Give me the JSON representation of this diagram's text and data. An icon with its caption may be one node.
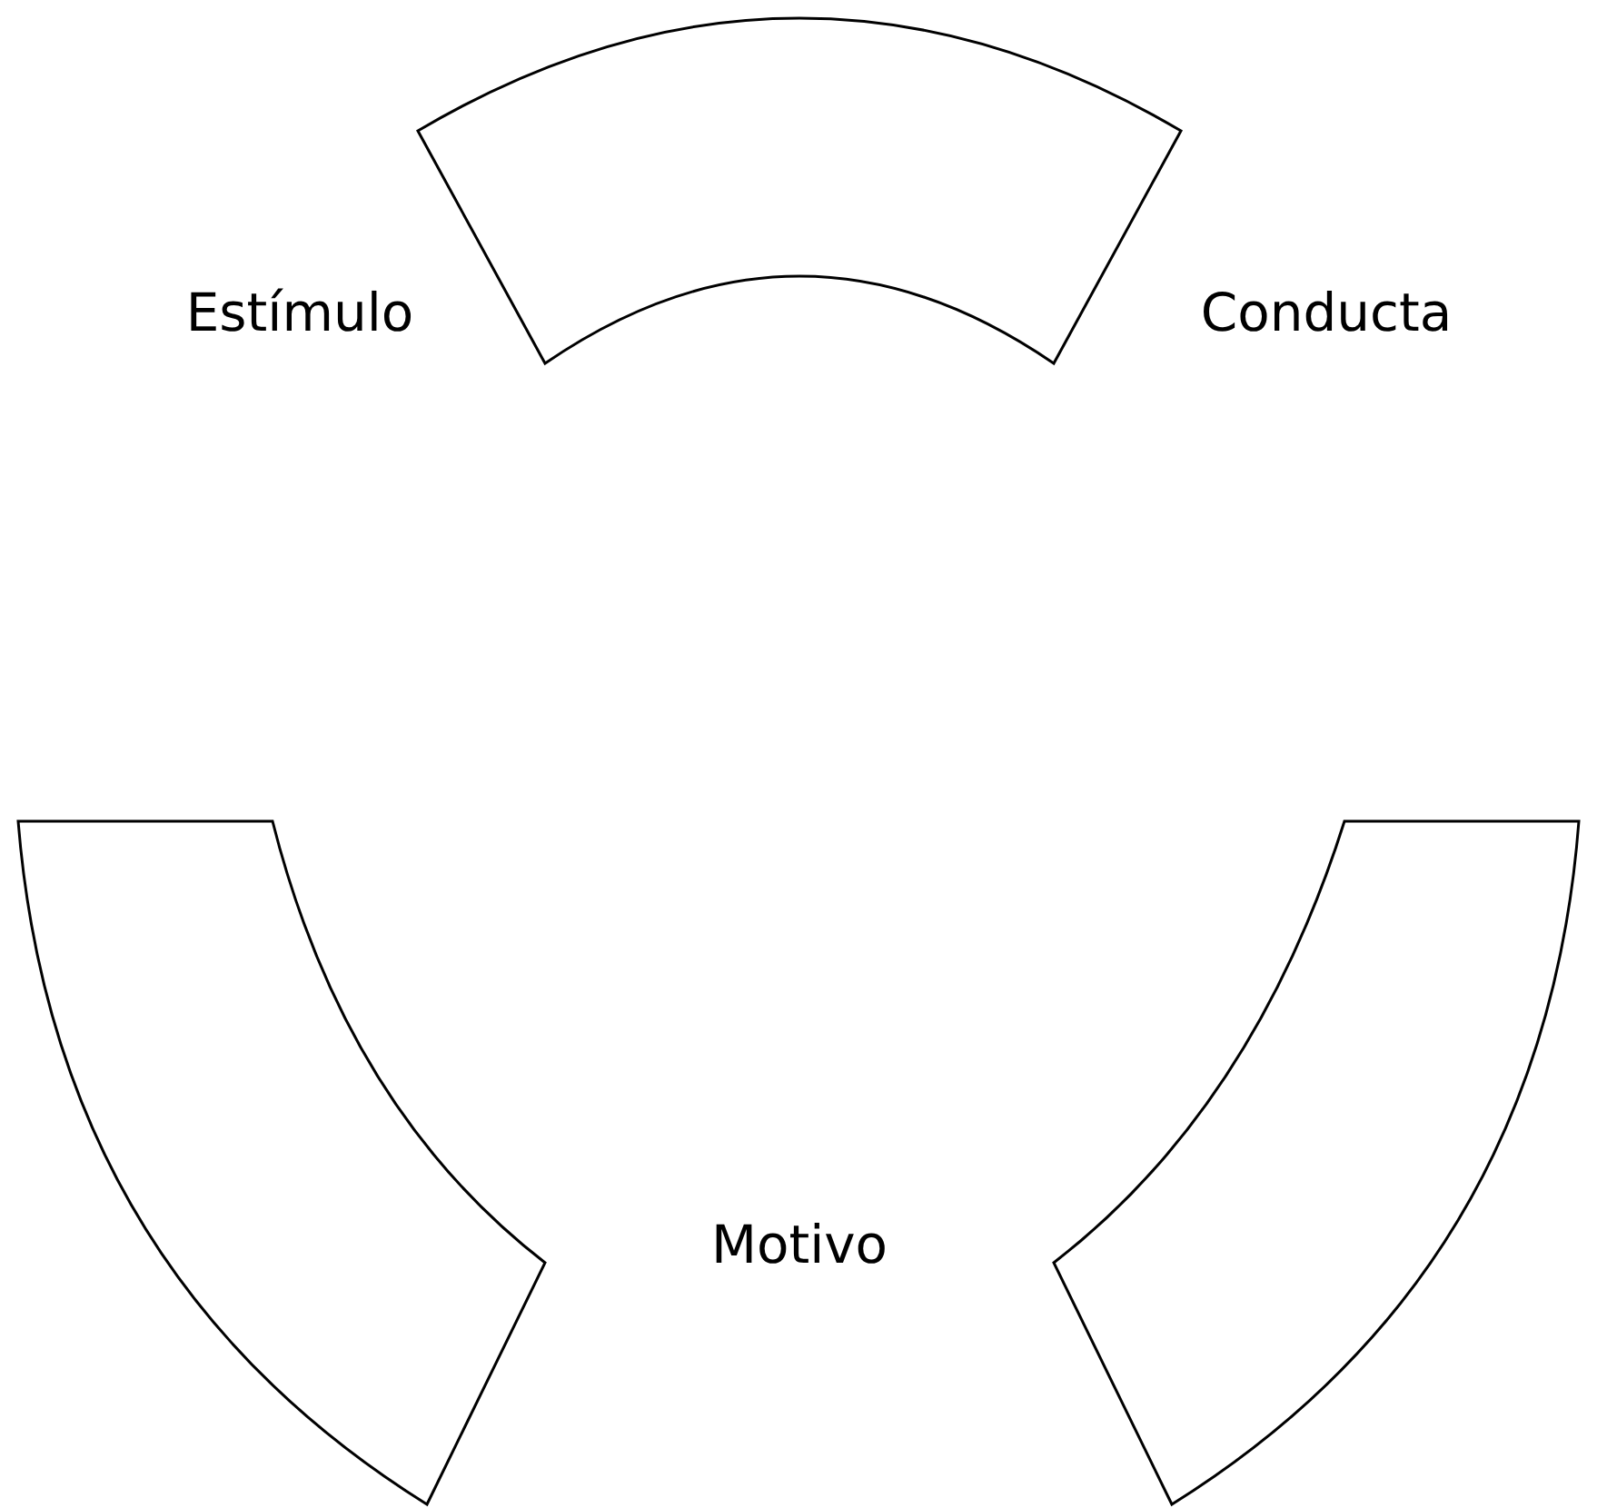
{
  "diagram": {
    "nodes": [
      {
        "text": [],
        "shape": "band"
      },
      {
        "text": [],
        "shape": "band"
      },
      {
        "text": [],
        "shape": "band"
      }
    ],
    "labels": [
      "Estímulo",
      "Conducta",
      "Motivo"
    ]
  }
}
